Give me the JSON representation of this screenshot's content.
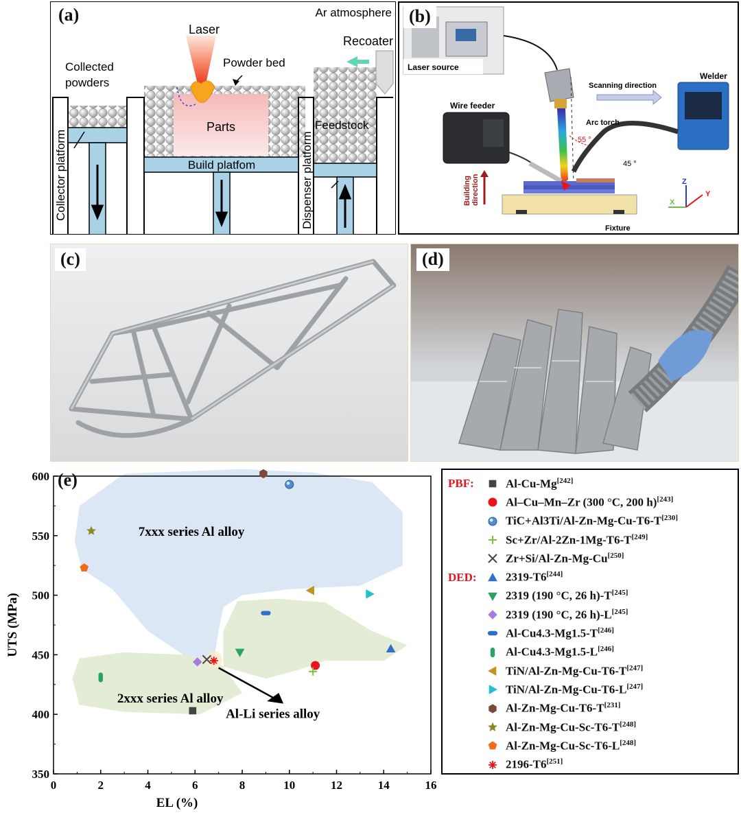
{
  "panel_a": {
    "label": "(a)",
    "atmosphere": "Ar atmosphere",
    "laser": "Laser",
    "powder_bed": "Powder bed",
    "recoater": "Recoater",
    "collected_powders_1": "Collected",
    "collected_powders_2": "powders",
    "parts": "Parts",
    "feedstock": "Feedstock",
    "build_platform": "Build platfom",
    "collector_platform": "Collector platform",
    "dispenser_platform": "Dispenser platform"
  },
  "panel_b": {
    "label": "(b)",
    "laser_source": "Laser source",
    "scanning_direction": "Scanning direction",
    "welder": "Welder",
    "wire_feeder": "Wire feeder",
    "arc_torch": "Arc torch",
    "angle_55": "55 °",
    "angle_45": "45 °",
    "building_direction_1": "Building",
    "building_direction_2": "direction",
    "fixture": "Fixture",
    "axis_z": "Z",
    "axis_x": "X",
    "axis_y": "Y"
  },
  "panel_c": {
    "label": "(c)"
  },
  "panel_d": {
    "label": "(d)"
  },
  "chart_data": {
    "type": "scatter",
    "panel_label": "(e)",
    "xlabel": "EL (%)",
    "ylabel": "UTS (MPa)",
    "xlim": [
      0,
      16
    ],
    "ylim": [
      350,
      600
    ],
    "x_ticks": [
      0,
      2,
      4,
      6,
      8,
      10,
      12,
      14,
      16
    ],
    "y_ticks": [
      350,
      400,
      450,
      500,
      550,
      600
    ],
    "grid": false,
    "legend_position": "right",
    "regions": [
      {
        "label": "7xxx series Al alloy",
        "color": "#dbe7f5"
      },
      {
        "label": "2xxx series Al alloy",
        "color": "#e3edd5"
      },
      {
        "label": "Al-Li series alloy",
        "color": "#e3edd5"
      }
    ],
    "legend_groups": [
      {
        "label": "PBF:",
        "color": "#e8141c"
      },
      {
        "label": "DED:",
        "color": "#e8141c"
      }
    ],
    "series": [
      {
        "name": "Al-Cu-Mg",
        "ref": "[242]",
        "group": "PBF:",
        "marker": "square",
        "color": "#444444",
        "x": [
          5.9
        ],
        "y": [
          403
        ]
      },
      {
        "name": "Al–Cu–Mn–Zr (300 °C, 200 h)",
        "ref": "[243]",
        "group": "PBF:",
        "marker": "circle",
        "color": "#e8141c",
        "x": [
          11.1
        ],
        "y": [
          441
        ]
      },
      {
        "name": "TiC+Al3Ti/Al-Zn-Mg-Cu-T6-T",
        "ref": "[230]",
        "group": "PBF:",
        "marker": "sphere",
        "color": "#4f8fd0",
        "x": [
          10.0
        ],
        "y": [
          593
        ]
      },
      {
        "name": "Sc+Zr/Al-2Zn-1Mg-T6-T",
        "ref": "[249]",
        "group": "PBF:",
        "marker": "plus",
        "color": "#7cc242",
        "x": [
          11.0
        ],
        "y": [
          436
        ]
      },
      {
        "name": "Zr+Si/Al-Zn-Mg-Cu",
        "ref": "[250]",
        "group": "PBF:",
        "marker": "cross",
        "color": "#444444",
        "x": [
          6.5
        ],
        "y": [
          446
        ]
      },
      {
        "name": "2319-T6",
        "ref": "[244]",
        "group": "DED:",
        "marker": "triangle-up",
        "color": "#2f6fce",
        "x": [
          14.3
        ],
        "y": [
          455
        ]
      },
      {
        "name": "2319 (190 °C, 26 h)-T",
        "ref": "[245]",
        "group": "DED:",
        "marker": "triangle-down",
        "color": "#2aa363",
        "x": [
          7.9
        ],
        "y": [
          452
        ]
      },
      {
        "name": "2319 (190 °C, 26 h)-L",
        "ref": "[245]",
        "group": "DED:",
        "marker": "diamond",
        "color": "#a77ce0",
        "x": [
          6.1
        ],
        "y": [
          444
        ]
      },
      {
        "name": "Al-Cu4.3-Mg1.5-T",
        "ref": "[246]",
        "group": "DED:",
        "marker": "hbar",
        "color": "#2f6fce",
        "x": [
          9.0
        ],
        "y": [
          485
        ]
      },
      {
        "name": "Al-Cu4.3-Mg1.5-L",
        "ref": "[246]",
        "group": "DED:",
        "marker": "vbar",
        "color": "#2aa363",
        "x": [
          2.0
        ],
        "y": [
          431
        ]
      },
      {
        "name": "TiN/Al-Zn-Mg-Cu-T6-T",
        "ref": "[247]",
        "group": "DED:",
        "marker": "triangle-left",
        "color": "#c49320",
        "x": [
          10.9
        ],
        "y": [
          504
        ]
      },
      {
        "name": "TiN/Al-Zn-Mg-Cu-T6-L",
        "ref": "[247]",
        "group": "DED:",
        "marker": "triangle-right",
        "color": "#22c0d0",
        "x": [
          13.4
        ],
        "y": [
          501
        ]
      },
      {
        "name": "Al-Zn-Mg-Cu-T6-T",
        "ref": "[231]",
        "group": "DED:",
        "marker": "hexagon",
        "color": "#7a4a3c",
        "x": [
          8.9
        ],
        "y": [
          602
        ]
      },
      {
        "name": "Al-Zn-Mg-Cu-Sc-T6-T",
        "ref": "[248]",
        "group": "DED:",
        "marker": "star",
        "color": "#8a8a22",
        "x": [
          1.6
        ],
        "y": [
          554
        ]
      },
      {
        "name": "Al-Zn-Mg-Cu-Sc-T6-L",
        "ref": "[248]",
        "group": "DED:",
        "marker": "pentagon",
        "color": "#f26b1d",
        "x": [
          1.3
        ],
        "y": [
          523
        ]
      },
      {
        "name": "2196-T6",
        "ref": "[251]",
        "group": "DED:",
        "marker": "asterisk",
        "color": "#e8141c",
        "x": [
          6.8
        ],
        "y": [
          445
        ]
      }
    ]
  }
}
